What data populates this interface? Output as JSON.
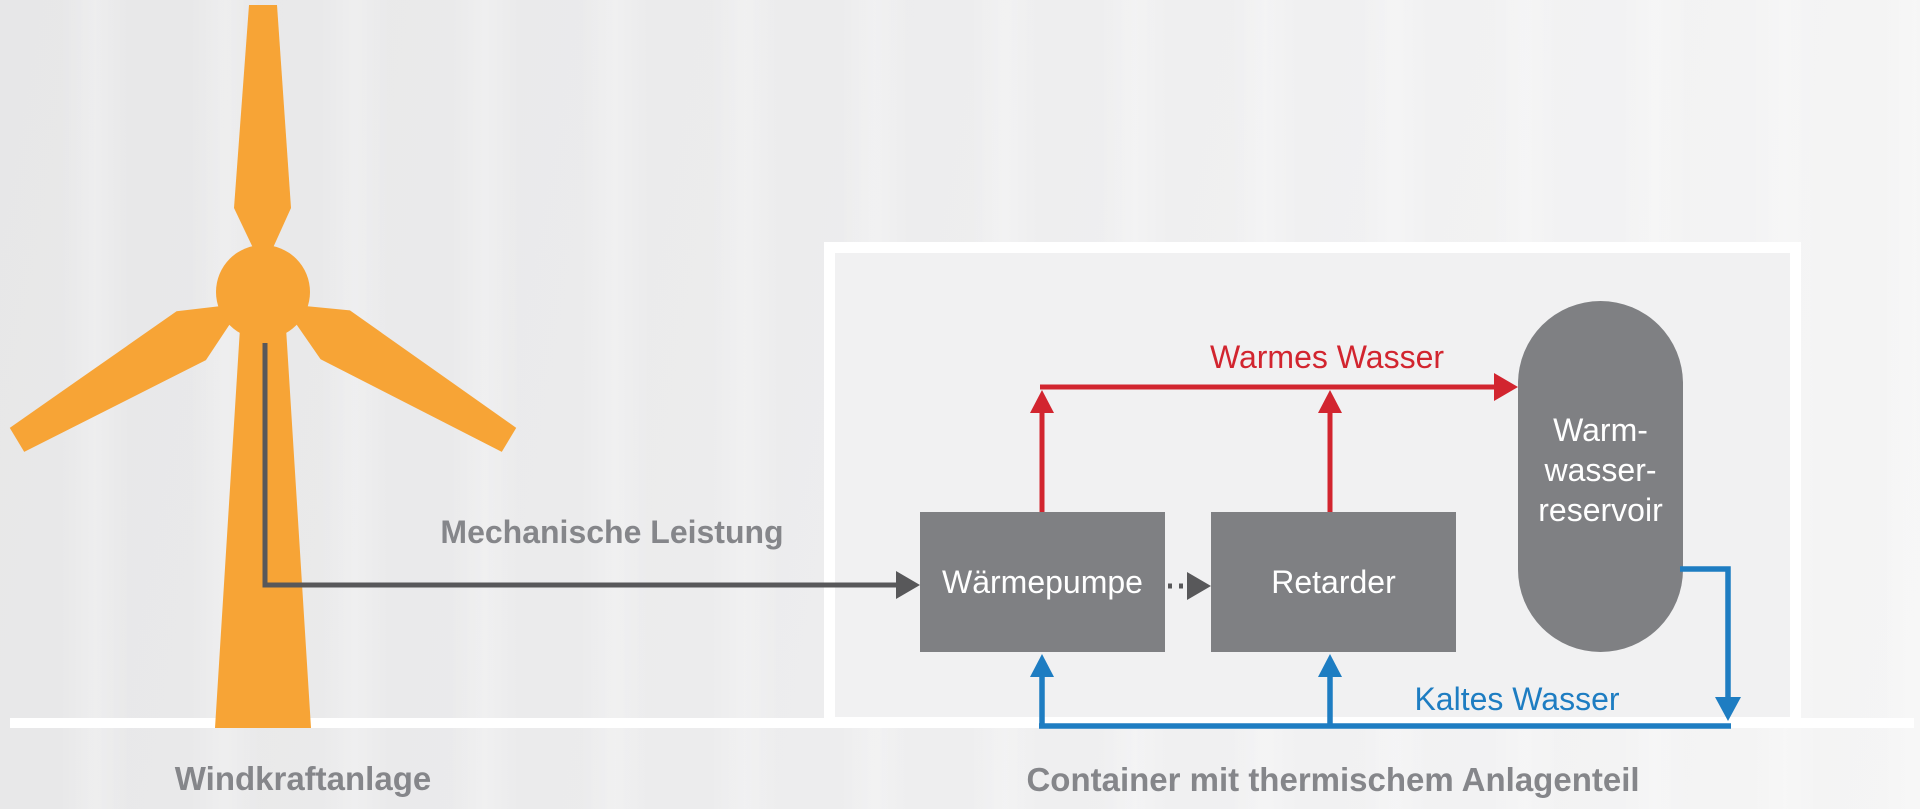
{
  "diagram": {
    "title_area": {
      "wind_turbine_caption": "Windkraftanlage",
      "container_caption": "Container mit thermischem Anlagenteil"
    },
    "flow_labels": {
      "mechanical_power": "Mechanische Leistung",
      "warm_water": "Warmes Wasser",
      "cold_water": "Kaltes Wasser"
    },
    "nodes": {
      "heat_pump": "Wärmepumpe",
      "retarder": "Retarder",
      "reservoir_lines": [
        "Warm-",
        "wasser-",
        "reservoir"
      ]
    },
    "colors": {
      "turbine_orange": "#f7a436",
      "warm_red": "#d2252f",
      "cold_blue": "#1e7dc2",
      "node_gray": "#7f8083",
      "power_line_gray": "#58585a",
      "caption_gray": "#85868a",
      "container_white": "#ffffff"
    }
  }
}
